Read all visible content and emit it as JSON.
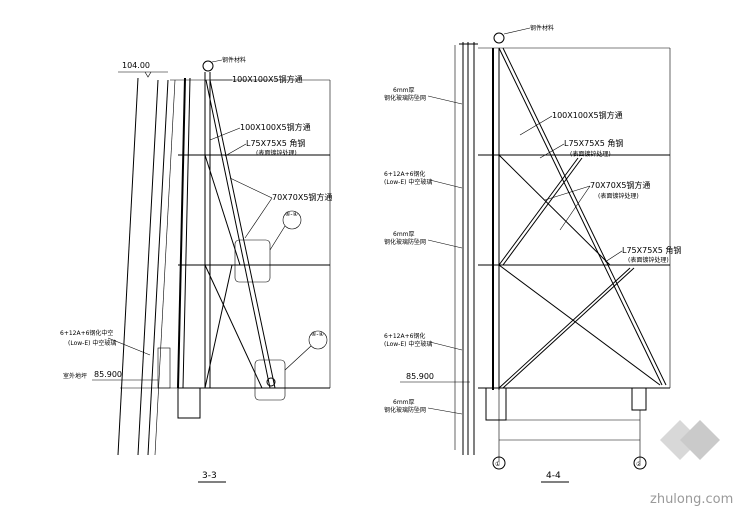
{
  "left": {
    "title": "3-3",
    "elevation_top": "104.00",
    "elevation_bottom": "85.900",
    "members": {
      "main": "100X100X5钢方通",
      "main2": "100X100X5钢方通",
      "angle": "L75X75X5 角钢",
      "angle_note": "(表面镀锌处理)",
      "diag": "70X70X5钢方通",
      "top_note": "钢件材料"
    },
    "glass": "6+12A+6钢化中空",
    "glass2": "(Low-E) 中空玻璃",
    "detail_a": "④-④",
    "detail_b": "④-④",
    "ground": "室外地坪"
  },
  "right": {
    "title": "4-4",
    "elevation_bottom": "85.900",
    "members": {
      "main": "100X100X5钢方通",
      "angle": "L75X75X5 角钢",
      "angle_note": "(表面镀锌处理)",
      "diag": "70X70X5钢方通",
      "diag_note": "(表面镀锌处理)",
      "angle2": "L75X75X5 角钢",
      "angle2_note": "(表面镀锌处理)",
      "top_note": "钢件材料"
    },
    "glass_a": "6mm厚",
    "glass_a2": "钢化玻璃防坠网",
    "glass_b": "6+12A+6钢化",
    "glass_b2": "(Low-E) 中空玻璃",
    "glass_c": "6mm厚",
    "glass_c2": "钢化玻璃防坠网",
    "glass_d": "6+12A+6钢化",
    "glass_d2": "(Low-E) 中空玻璃",
    "glass_e": "6mm厚",
    "glass_e2": "钢化玻璃防坠网",
    "axis_a": "①",
    "axis_b": "②"
  },
  "watermark": "zhulong.com"
}
